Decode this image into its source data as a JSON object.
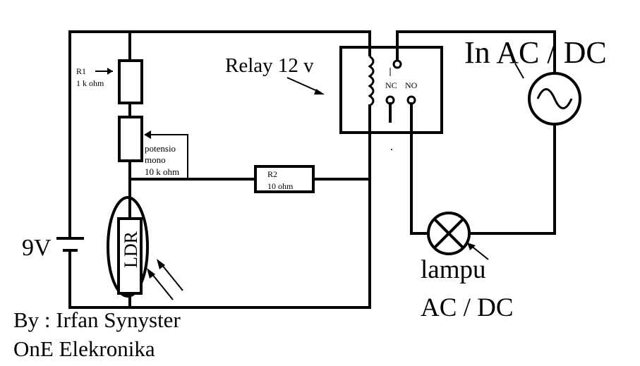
{
  "labels": {
    "r1_name": "R1",
    "r1_value": "1 k ohm",
    "pot_line1": "potensio",
    "pot_line2": "mono",
    "pot_value": "10 k ohm",
    "r2_name": "R2",
    "r2_value": "10 ohm",
    "relay": "Relay 12 v",
    "relay_nc": "NC",
    "relay_no": "NO",
    "in_source": "In AC / DC",
    "battery": "9V",
    "ldr": "LDR",
    "lamp_line1": "lampu",
    "lamp_line2": "AC / DC",
    "credit_line1": "By : Irfan Synyster",
    "credit_line2": "OnE Elekronika"
  }
}
